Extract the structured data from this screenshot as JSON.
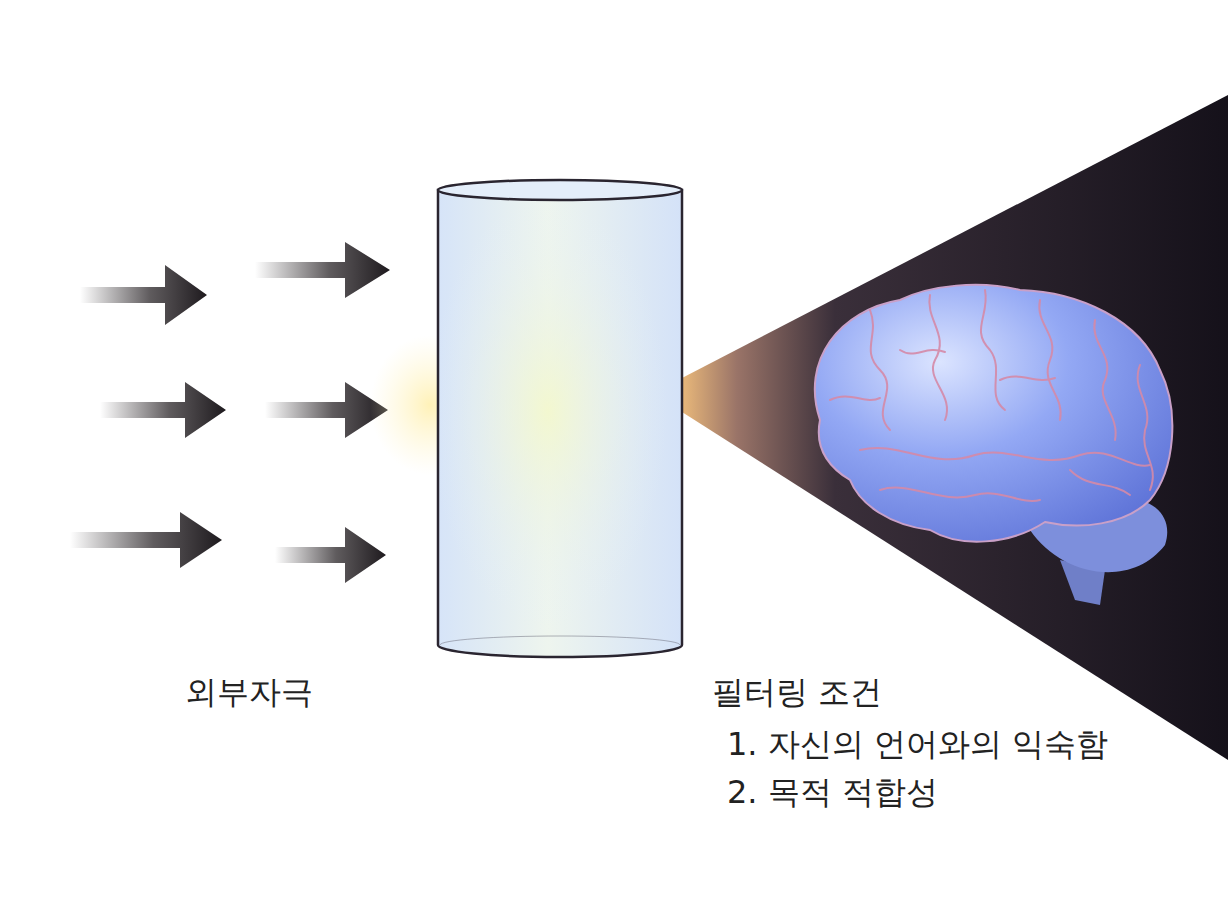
{
  "diagram": {
    "labels": [
      "외부자극",
      "필터링 조건",
      "1. 자신의 언어와의 익숙함",
      "2. 목적 적합성"
    ]
  }
}
